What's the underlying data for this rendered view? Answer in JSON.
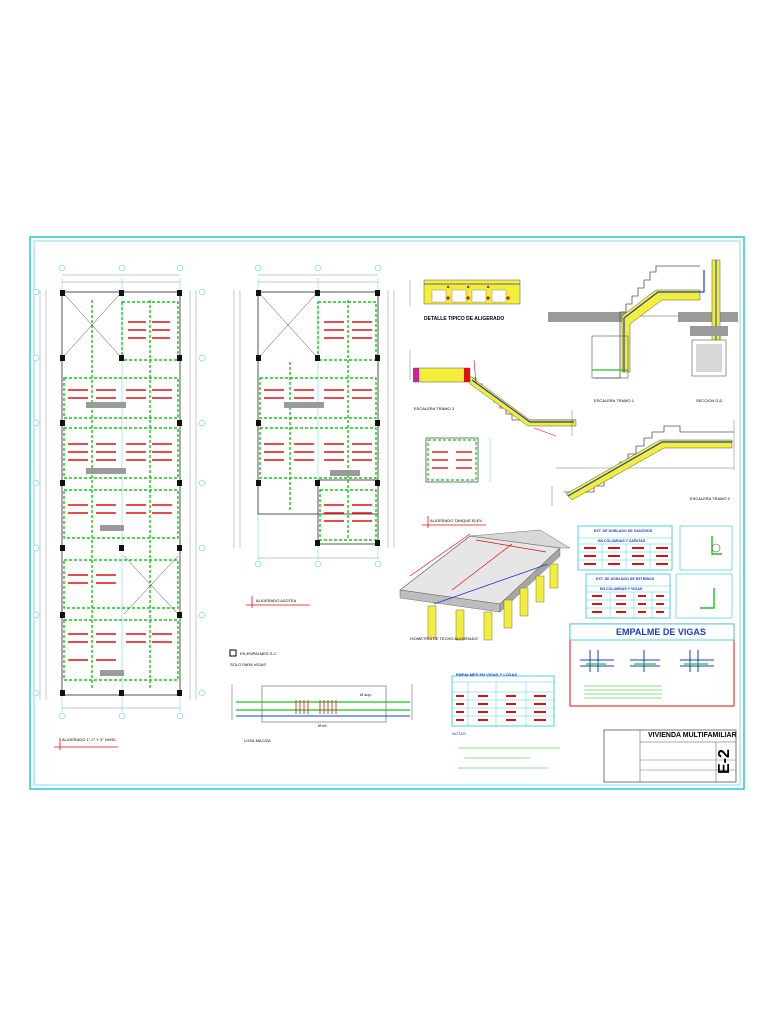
{
  "sheet": {
    "project_title": "VIVIENDA MULTIFAMILIAR",
    "sheet_code": "E-2"
  },
  "labels": {
    "plan_1": "ALIGERADO 1°,2° Y 3° NIVEL",
    "plan_2": "ALIGERADO AZOTEA",
    "plan_3": "ALIGERADO TANQUE ELEV.",
    "detalle_aligerado": "DETALLE TIPICO DE ALIGERADO",
    "escalera_1": "ESCALERA TRAMO 1",
    "escalera_2": "ESCALERA TRAMO 2",
    "escalera_3": "ESCALERA TRAMO 3",
    "seccion": "SECCION D-D",
    "isometria": "ISOMETRIA DE TECHO ALIGERADO",
    "empalme_vigas": "EMPALME DE VIGAS",
    "empalmes_vigas_losas": "EMPALMES EN VIGAS Y LOSAS",
    "table_ganchos_1": "EXT. DE DOBLADO DE GANCHOS",
    "table_ganchos_2": "EN COLUMNAS Y ZAPATAS",
    "table_estribos_1": "EXT. DE DOBLADO DE ESTRIBOS",
    "table_estribos_2": "EN COLUMNAS Y VIGAS",
    "notas": "NOTAS:",
    "losa_maciza": "LOSA MACIZA",
    "solo_vigas": "SOLO PARA VIGAS",
    "empalme_note": "EN EMPALMES S.C",
    "dim_1": "Ø sup.",
    "dim_2": "Ø inf."
  },
  "colors": {
    "frame": "#27c9d8",
    "green": "#18c618",
    "red": "#e01010",
    "blue": "#1a3cc8",
    "yellow": "#f2ee3a",
    "gray": "#8a8a8a"
  }
}
